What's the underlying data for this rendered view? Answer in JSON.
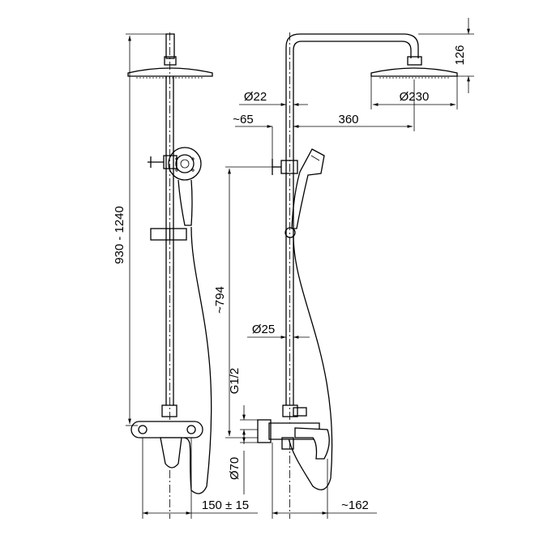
{
  "dimensions": {
    "height_range": "930 - 1240",
    "rail_to_head": "~794",
    "spout_offset": "150 ± 15",
    "spout_depth": "~162",
    "head_drop": "126",
    "head_diameter": "Ø230",
    "arm_length": "360",
    "arm_offset": "~65",
    "arm_diameter": "Ø22",
    "rail_diameter": "Ø25",
    "thread": "G1/2",
    "flange_diameter": "Ø70"
  }
}
